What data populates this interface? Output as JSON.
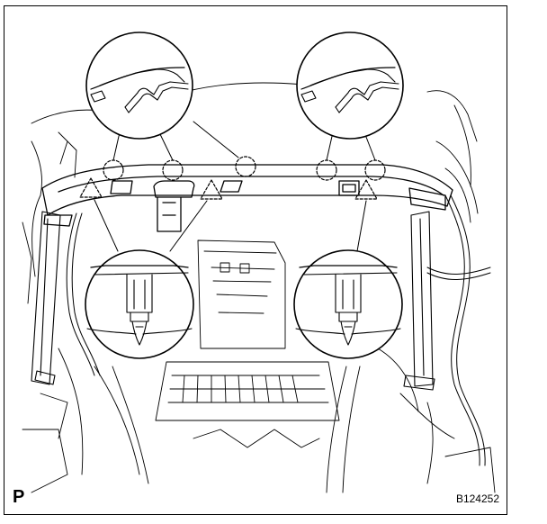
{
  "figure": {
    "corner_label": "P",
    "figure_id": "B124252"
  },
  "colors": {
    "line": "#000000",
    "background": "#ffffff"
  },
  "callouts": {
    "clip_marker": "dashed-circle",
    "claw_marker": "triangle"
  }
}
